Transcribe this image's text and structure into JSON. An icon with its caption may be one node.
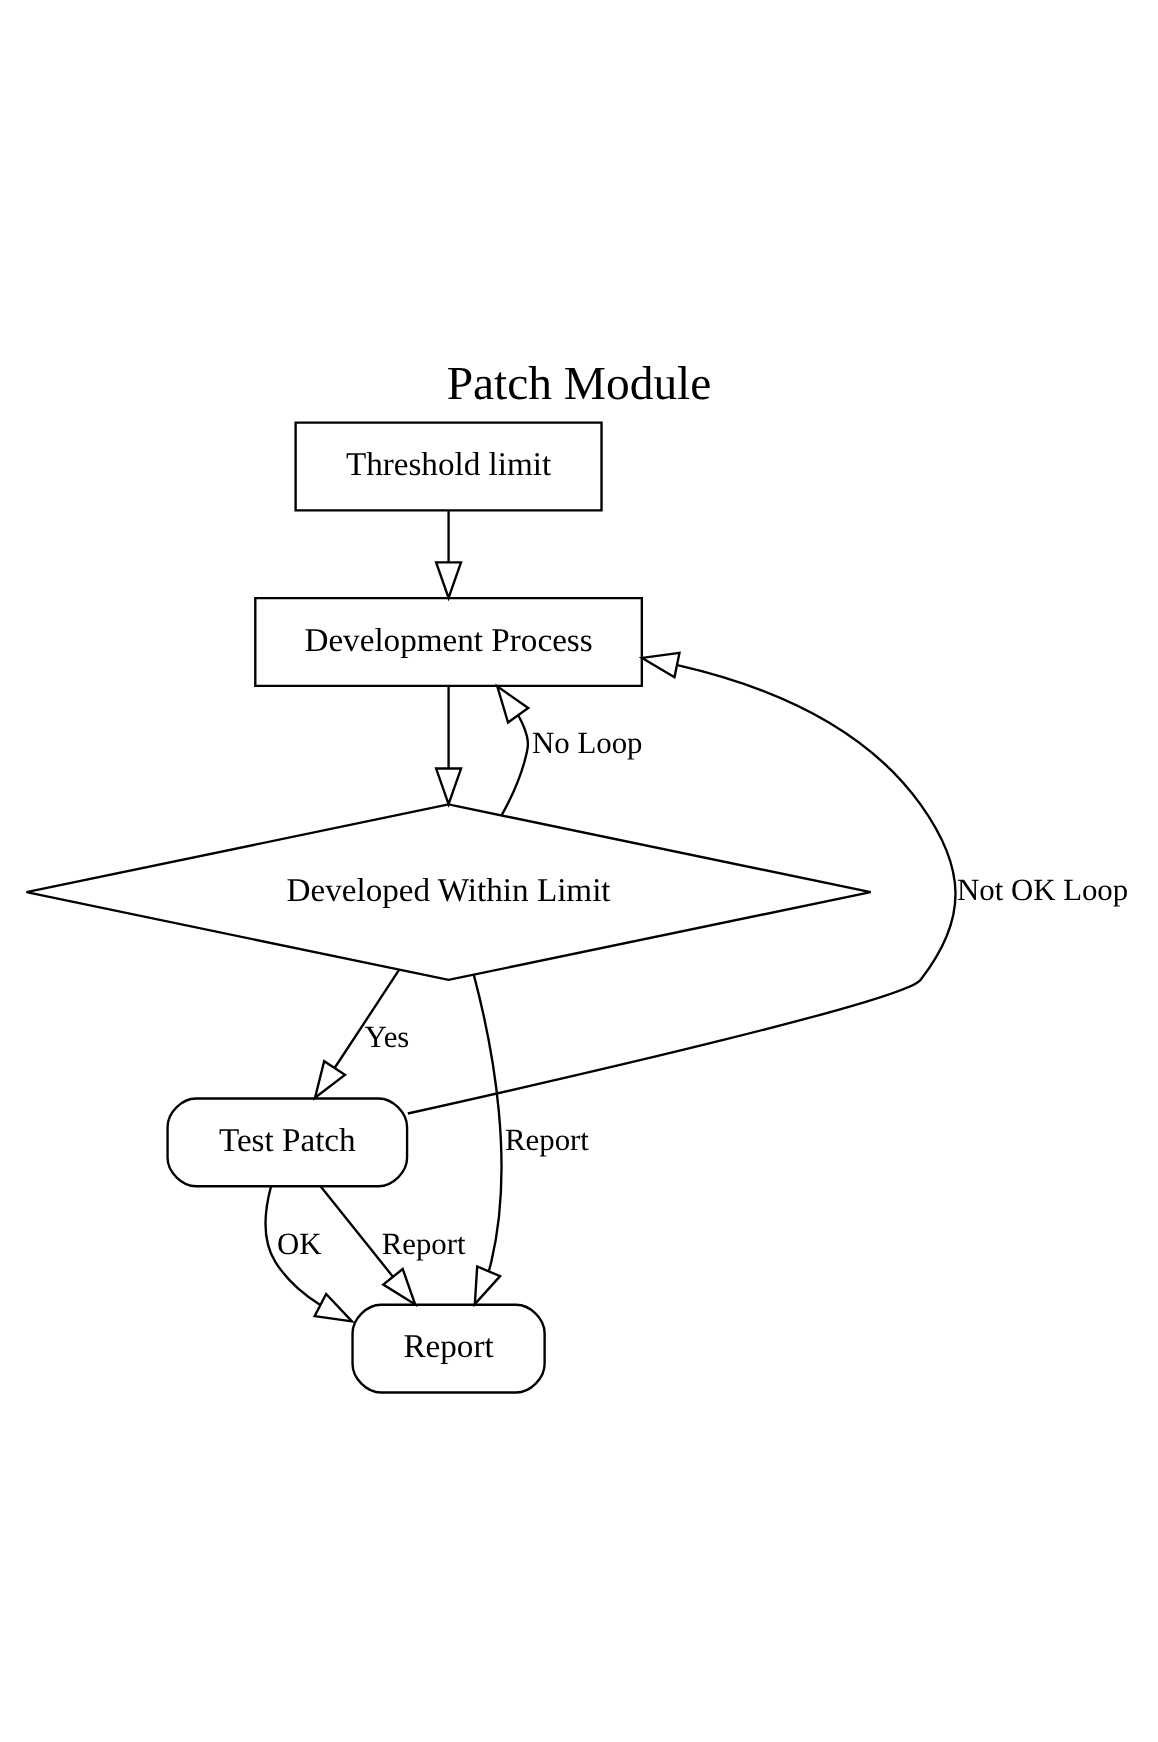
{
  "diagram": {
    "title": "Patch Module",
    "nodes": [
      {
        "text": [
          "Threshold limit"
        ]
      },
      {
        "text": [
          "Development Process"
        ]
      },
      {
        "text": [
          "Developed Within Limit"
        ]
      },
      {
        "text": [
          "Test Patch"
        ]
      },
      {
        "text": [
          "Report"
        ]
      }
    ],
    "edges": [
      {
        "from": 0,
        "to": 1,
        "arrow": "to"
      },
      {
        "from": 1,
        "to": 2,
        "arrow": "to"
      },
      {
        "from": 2,
        "to": 1,
        "arrow": "to",
        "label": "No Loop"
      },
      {
        "from": 2,
        "to": 4,
        "arrow": "to",
        "label": "Report"
      },
      {
        "from": 2,
        "to": 3,
        "arrow": "to",
        "label": "Yes"
      },
      {
        "from": 3,
        "to": 1,
        "arrow": "to",
        "label": "Not OK Loop"
      },
      {
        "from": 3,
        "to": 4,
        "arrow": "to",
        "label": "OK"
      },
      {
        "from": 3,
        "to": 4,
        "arrow": "to",
        "label": "Report"
      }
    ]
  }
}
